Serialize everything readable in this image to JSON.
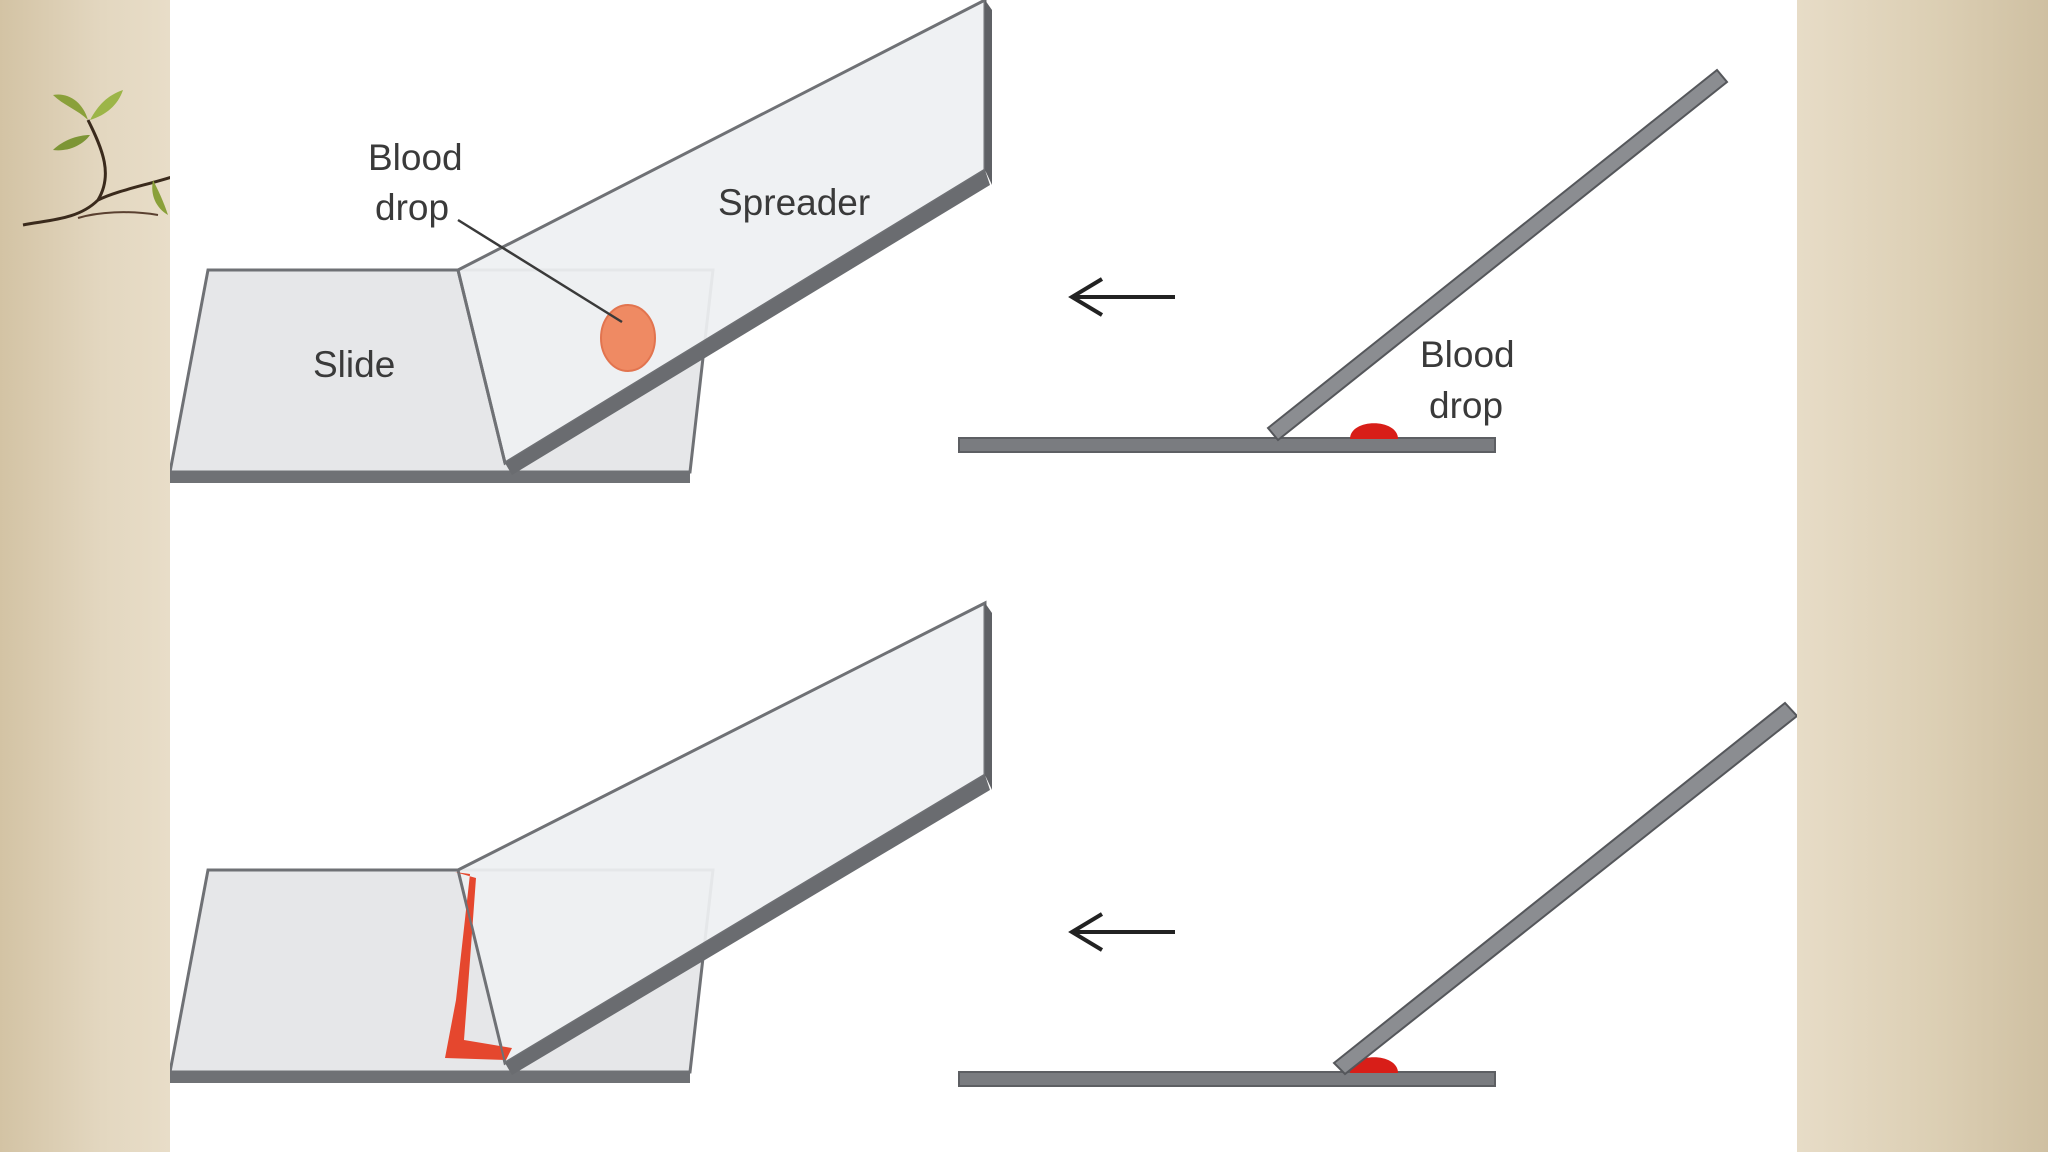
{
  "diagram": {
    "panel_top_left": {
      "label_blood_drop_line1": "Blood",
      "label_blood_drop_line2": "drop",
      "label_spreader": "Spreader",
      "label_slide": "Slide"
    },
    "panel_top_right": {
      "label_blood_drop_line1": "Blood",
      "label_blood_drop_line2": "drop",
      "direction_arrow": "left-arrow"
    },
    "panel_bottom_right": {
      "direction_arrow": "left-arrow"
    }
  },
  "colors": {
    "glass_fill": "#e6e7e9",
    "glass_edge": "#6f7175",
    "blood_drop_light": "#ef8a63",
    "blood_drop_dark": "#d81e18",
    "smear": "#e5472e",
    "background": "#d8cab0"
  }
}
